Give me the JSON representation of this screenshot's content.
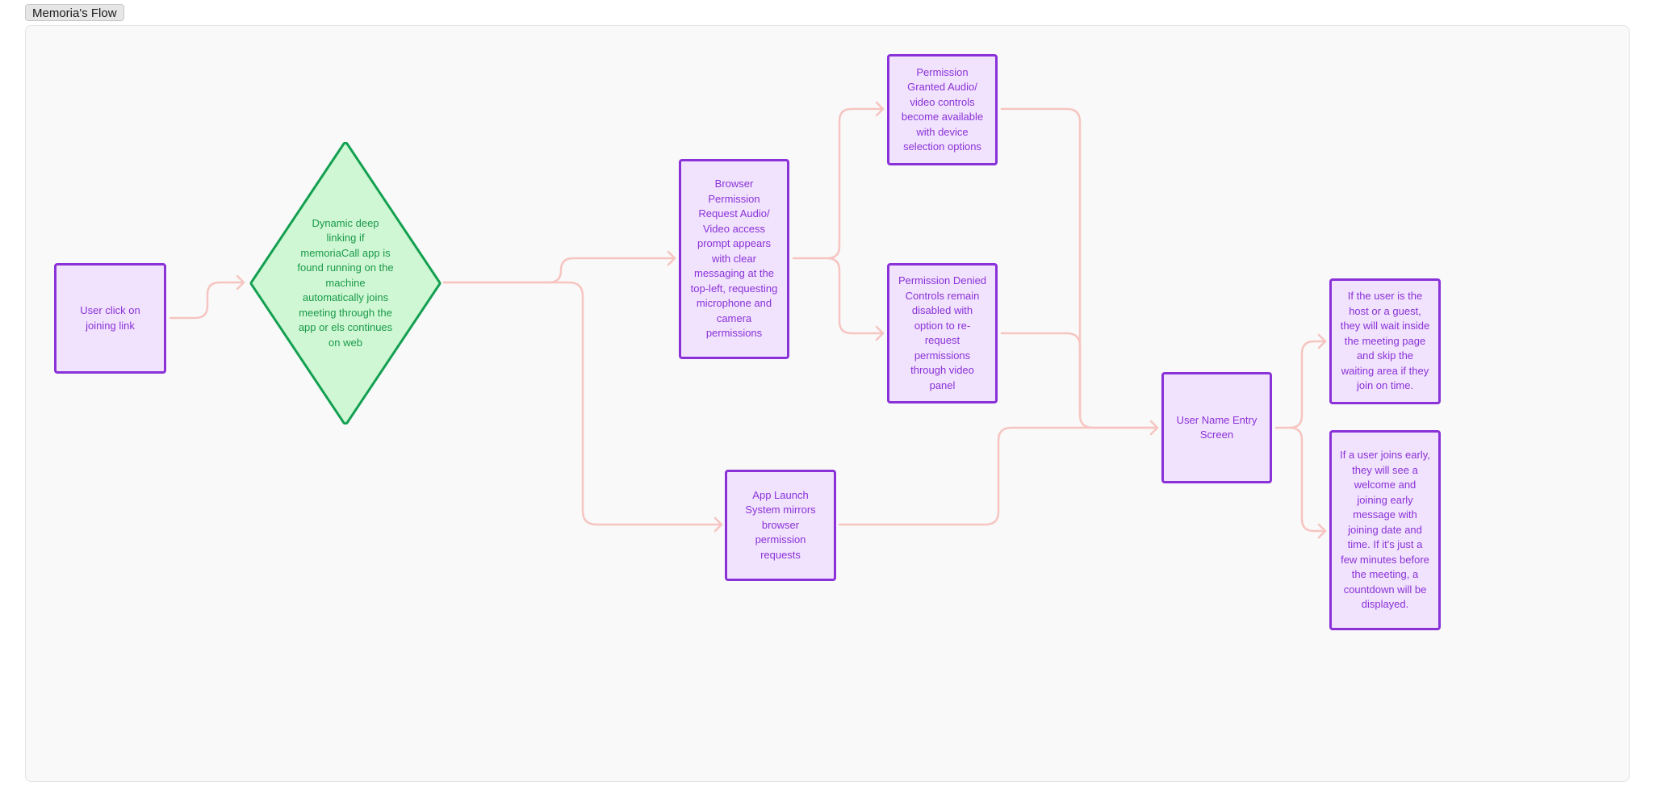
{
  "board": {
    "frame_title": "Memoria's Flow"
  },
  "colors": {
    "node_fill": "#f1e2fd",
    "node_border": "#8a32d8",
    "node_text": "#8a32d8",
    "decision_fill": "#cff7d3",
    "decision_border": "#14a051",
    "decision_text": "#1a9a4a",
    "connector": "#f6c5c1",
    "canvas": "#f9f9f9"
  },
  "nodes": {
    "user_click": "User click on joining link",
    "deep_link": "Dynamic deep linking if memoriaCall app is found running on the machine automatically joins meeting through the app or els continues on web",
    "browser_permission": "Browser Permission Request Audio/ Video access prompt appears with clear messaging at the top-left, requesting microphone and camera permissions",
    "permission_granted": "Permission Granted Audio/ video controls become available with device selection options",
    "permission_denied": "Permission Denied Controls remain disabled with option to re-request permissions through video panel",
    "app_launch": "App Launch System mirrors browser permission requests",
    "user_name_entry": "User Name Entry Screen",
    "host_or_guest": "If the user is the host or a guest, they will wait inside the meeting page and skip the waiting area if they join on time.",
    "joins_early": "If a user joins early, they will see a welcome and joining early message with joining date and time. If it's just a few minutes before the meeting, a countdown will be displayed."
  }
}
